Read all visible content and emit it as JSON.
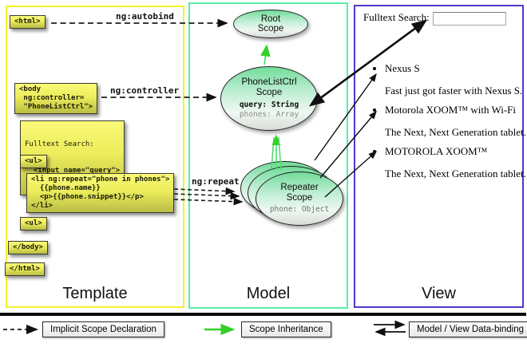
{
  "panels": {
    "template_label": "Template",
    "model_label": "Model",
    "view_label": "View"
  },
  "template": {
    "html_open": "<html>",
    "body_open": "<body\n ng:controller=\n \"PhoneListCtrl\">",
    "fulltext_label": "Fulltext Search:",
    "fulltext_code": "  <input name=\"query\">",
    "ul_open": "<ul>",
    "li_repeat": "<li ng:repeat=\"phone in phones\">\n  {{phone.name}}\n  <p>{{phone.snippet}}</p>\n</li>",
    "ul_close": "<ul>",
    "body_close": "</body>",
    "html_close": "</html>"
  },
  "arrows": {
    "autobind_label": "ng:autobind",
    "controller_label": "ng:controller",
    "repeat_label": "ng:repeat"
  },
  "model": {
    "root_scope_title": "Root\nScope",
    "ctrl_scope_title": "PhoneListCtrl\nScope",
    "ctrl_prop_query": "query: String",
    "ctrl_prop_phones": "phones: Array",
    "repeater_title": "Repeater\nScope",
    "repeater_prop": "phone: Object"
  },
  "view": {
    "search_label": "Fulltext Search:",
    "search_value": "",
    "items": [
      {
        "title": "Nexus S",
        "desc": "Fast just got faster with Nexus S."
      },
      {
        "title": "Motorola XOOM™ with Wi-Fi",
        "desc": "The Next, Next Generation tablet."
      },
      {
        "title": "MOTOROLA XOOM™",
        "desc": "The Next, Next Generation tablet."
      }
    ]
  },
  "legend": {
    "implicit_label": "Implicit Scope Declaration",
    "inheritance_label": "Scope Inheritance",
    "binding_label": "Model / View Data-binding"
  },
  "colors": {
    "template_border": "#f2f22e",
    "model_border": "#56eea2",
    "view_border": "#5636c8",
    "codebox_yellow": "#ecec5c",
    "scope_green": "#72dc9a",
    "arrow_green": "#3cd22c",
    "arrow_black": "#111111"
  }
}
